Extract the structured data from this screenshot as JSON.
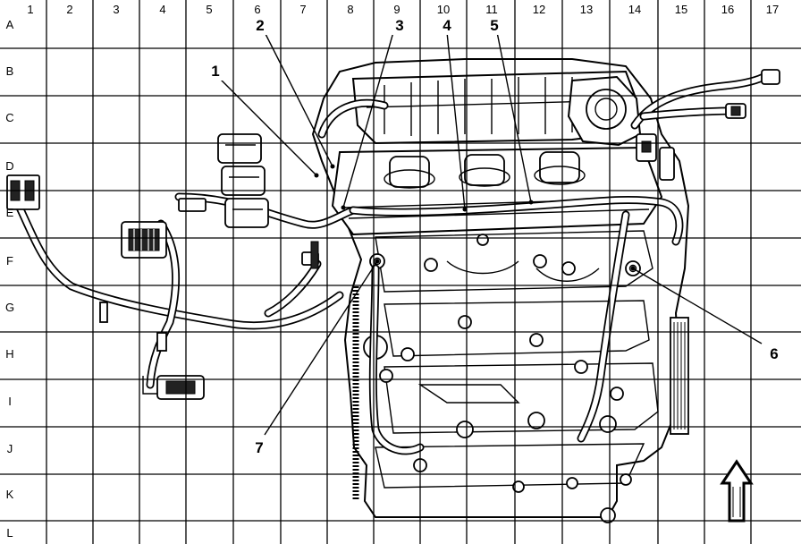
{
  "diagram": {
    "title": "",
    "grid": {
      "columns": [
        "1",
        "2",
        "3",
        "4",
        "5",
        "6",
        "7",
        "8",
        "9",
        "10",
        "11",
        "12",
        "13",
        "14",
        "15",
        "16",
        "17"
      ],
      "rows": [
        "A",
        "B",
        "C",
        "D",
        "E",
        "F",
        "G",
        "H",
        "I",
        "J",
        "K",
        "L"
      ]
    },
    "callouts": [
      {
        "label": "1"
      },
      {
        "label": "2"
      },
      {
        "label": "3"
      },
      {
        "label": "4"
      },
      {
        "label": "5"
      },
      {
        "label": "6"
      },
      {
        "label": "7"
      }
    ],
    "orientation_arrow": "up-arrow-icon",
    "subject": "engine-wiring-harness-drawing"
  }
}
